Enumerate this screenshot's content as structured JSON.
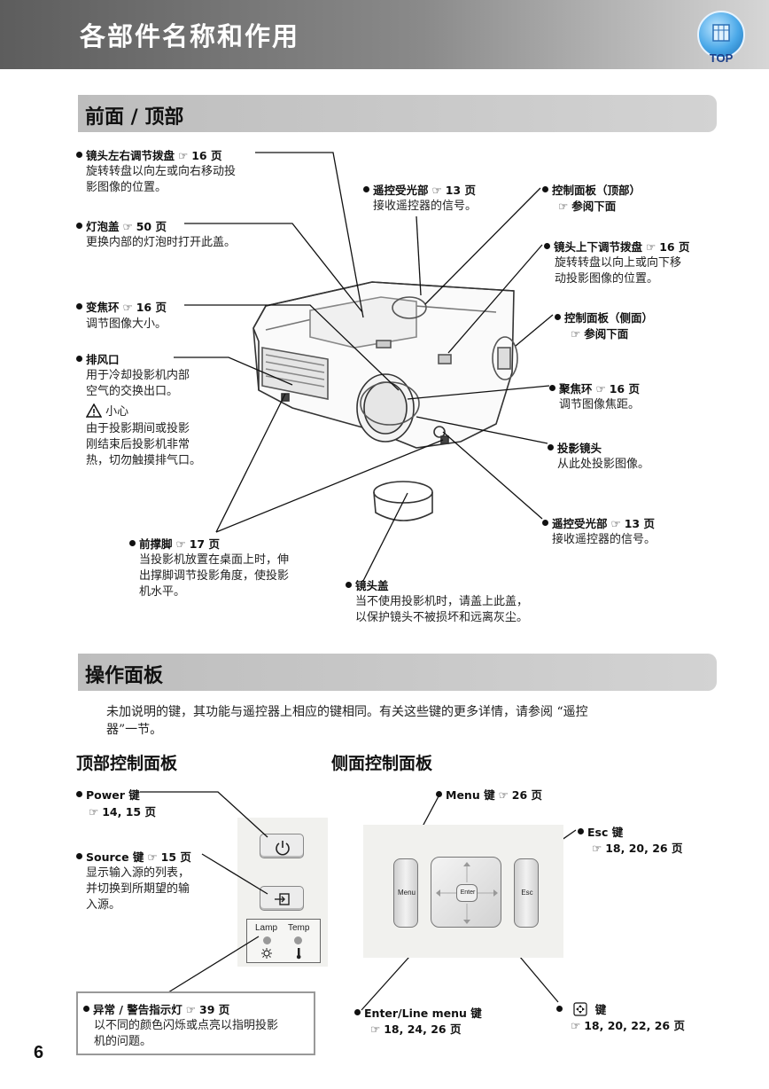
{
  "header": {
    "title": "各部件名称和作用",
    "top_button": "TOP"
  },
  "section1": {
    "title": "前面 / 顶部"
  },
  "ref_mark": "☞",
  "callouts": {
    "lens_shift_h": {
      "label": "镜头左右调节拨盘",
      "page": "16 页",
      "desc": [
        "旋转转盘以向左或向右移动投",
        "影图像的位置。"
      ]
    },
    "lamp_cover": {
      "label": "灯泡盖",
      "page": "50 页",
      "desc": [
        "更换内部的灯泡时打开此盖。"
      ]
    },
    "zoom_ring": {
      "label": "变焦环",
      "page": "16 页",
      "desc": [
        "调节图像大小。"
      ]
    },
    "exhaust": {
      "label": "排风口",
      "desc": [
        "用于冷却投影机内部",
        "空气的交换出口。"
      ],
      "caution_title": "小心",
      "caution": [
        "由于投影期间或投影",
        "刚结束后投影机非常",
        "热，切勿触摸排气口。"
      ]
    },
    "front_feet": {
      "label": "前撑脚",
      "page": "17 页",
      "desc": [
        "当投影机放置在桌面上时，伸",
        "出撑脚调节投影角度，使投影",
        "机水平。"
      ]
    },
    "remote_top": {
      "label": "遥控受光部",
      "page": "13 页",
      "desc": [
        "接收遥控器的信号。"
      ]
    },
    "panel_top": {
      "label": "控制面板（顶部）",
      "ref": "参阅下面"
    },
    "lens_shift_v": {
      "label": "镜头上下调节拨盘",
      "page": "16 页",
      "desc": [
        "旋转转盘以向上或向下移",
        "动投影图像的位置。"
      ]
    },
    "panel_side": {
      "label": "控制面板（侧面）",
      "ref": "参阅下面"
    },
    "focus_ring": {
      "label": "聚焦环",
      "page": "16 页",
      "desc": [
        "调节图像焦距。"
      ]
    },
    "lens": {
      "label": "投影镜头",
      "desc": [
        "从此处投影图像。"
      ]
    },
    "remote_front": {
      "label": "遥控受光部",
      "page": "13 页",
      "desc": [
        "接收遥控器的信号。"
      ]
    },
    "lens_cap": {
      "label": "镜头盖",
      "desc": [
        "当不使用投影机时，请盖上此盖，",
        "以保护镜头不被损坏和远离灰尘。"
      ]
    }
  },
  "section2": {
    "title": "操作面板",
    "intro": [
      "未加说明的键，其功能与遥控器上相应的键相同。有关这些键的更多详情，请参阅 “遥控",
      "器”一节。"
    ],
    "top_panel_title": "顶部控制面板",
    "side_panel_title": "侧面控制面板"
  },
  "top_panel": {
    "power": {
      "label": "Power 键",
      "page": "14, 15 页"
    },
    "source": {
      "label": "Source 键",
      "page": "15 页",
      "desc": [
        "显示输入源的列表，",
        "并切换到所期望的输",
        "入源。"
      ]
    },
    "lamp_text": "Lamp",
    "temp_text": "Temp",
    "warn": {
      "label": "异常 / 警告指示灯",
      "page": "39 页",
      "desc": [
        "以不同的颜色闪烁或点亮以指明投影",
        "机的问题。"
      ]
    }
  },
  "side_panel": {
    "menu": {
      "label": "Menu 键",
      "page": "26 页"
    },
    "esc": {
      "label": "Esc 键",
      "page": "18, 20, 26 页"
    },
    "enter": {
      "label": "Enter/Line menu 键",
      "page": "18, 24, 26 页"
    },
    "arrows": {
      "label": "键",
      "page": "18, 20, 22, 26 页"
    },
    "menu_key_text": "Menu",
    "esc_key_text": "Esc",
    "enter_key_text": "Enter"
  },
  "page_number": "6"
}
